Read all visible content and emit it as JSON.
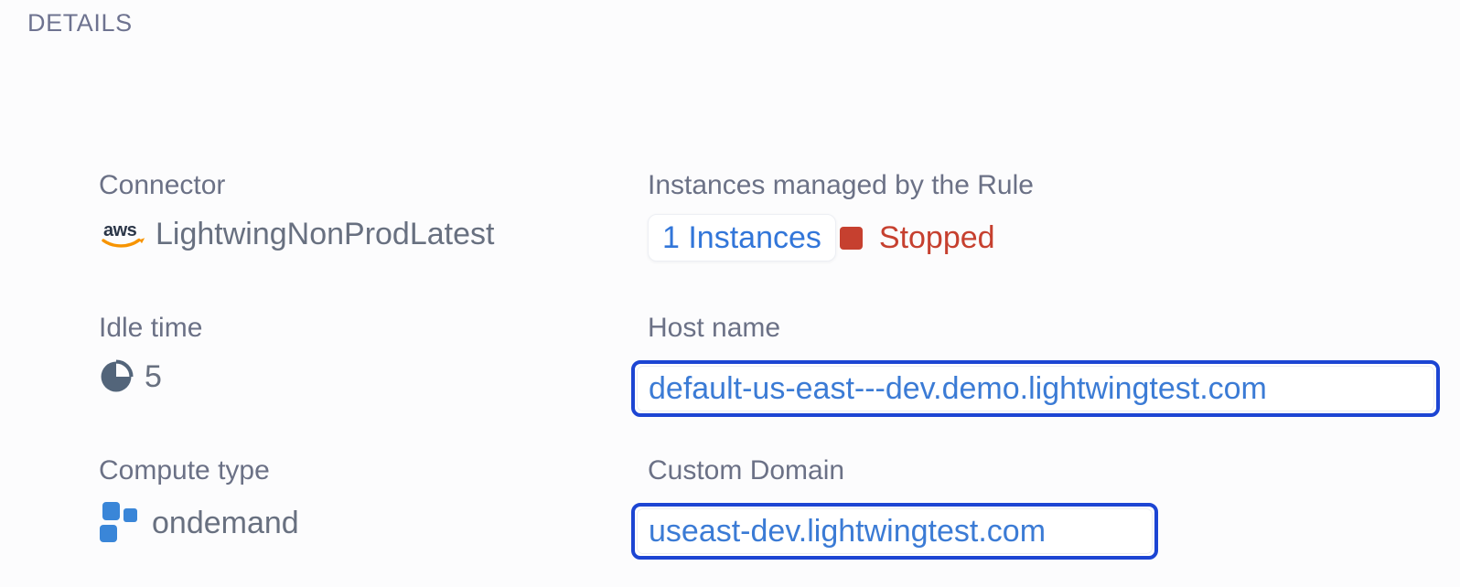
{
  "section": {
    "title": "DETAILS"
  },
  "fields": {
    "connector": {
      "label": "Connector",
      "value": "LightwingNonProdLatest",
      "icon": "aws-icon"
    },
    "idle_time": {
      "label": "Idle time",
      "value": "5",
      "icon": "idle-time-pie-icon"
    },
    "compute_type": {
      "label": "Compute type",
      "value": "ondemand",
      "icon": "compute-blocks-icon"
    },
    "instances": {
      "label": "Instances managed by the Rule",
      "count_link": "1 Instances",
      "status": "Stopped",
      "status_icon": "stopped-status-square-icon"
    },
    "host_name": {
      "label": "Host name",
      "value": "default-us-east---dev.demo.lightwingtest.com"
    },
    "custom_domain": {
      "label": "Custom Domain",
      "value": "useast-dev.lightwingtest.com"
    }
  },
  "colors": {
    "title_gray": "#6e7390",
    "label_gray": "#6b7186",
    "value_gray": "#687080",
    "link_blue": "#3276d9",
    "focus_border_blue": "#1c45d3",
    "status_red": "#c6402f",
    "aws_navy": "#2b3648",
    "aws_orange": "#f79400",
    "idle_icon_slate": "#53657a",
    "compute_icon_blue": "#3a86d8"
  }
}
